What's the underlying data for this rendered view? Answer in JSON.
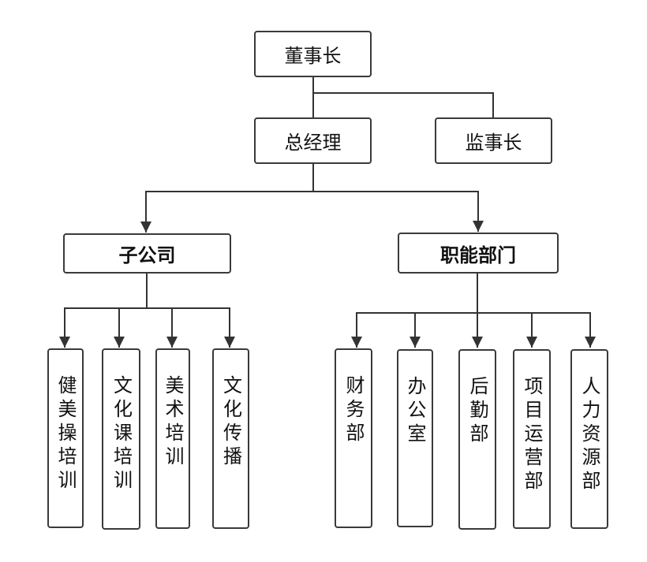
{
  "chairman": "董事长",
  "general_manager": "总经理",
  "supervisor": "监事长",
  "subsidiary": {
    "title": "子公司",
    "units": [
      "健美操培训",
      "文化课培训",
      "美术培训",
      "文化传播"
    ]
  },
  "functional": {
    "title": "职能部门",
    "units": [
      "财务部",
      "办公室",
      "后勤部",
      "项目运营部",
      "人力资源部"
    ]
  }
}
